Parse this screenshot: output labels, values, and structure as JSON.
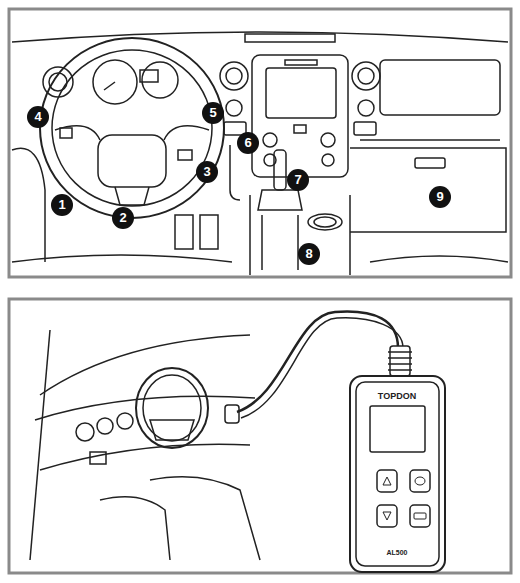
{
  "diagram": {
    "labels": [
      "1",
      "2",
      "3",
      "4",
      "5",
      "6",
      "7",
      "8",
      "9",
      "TOPDON",
      "AL500"
    ]
  }
}
